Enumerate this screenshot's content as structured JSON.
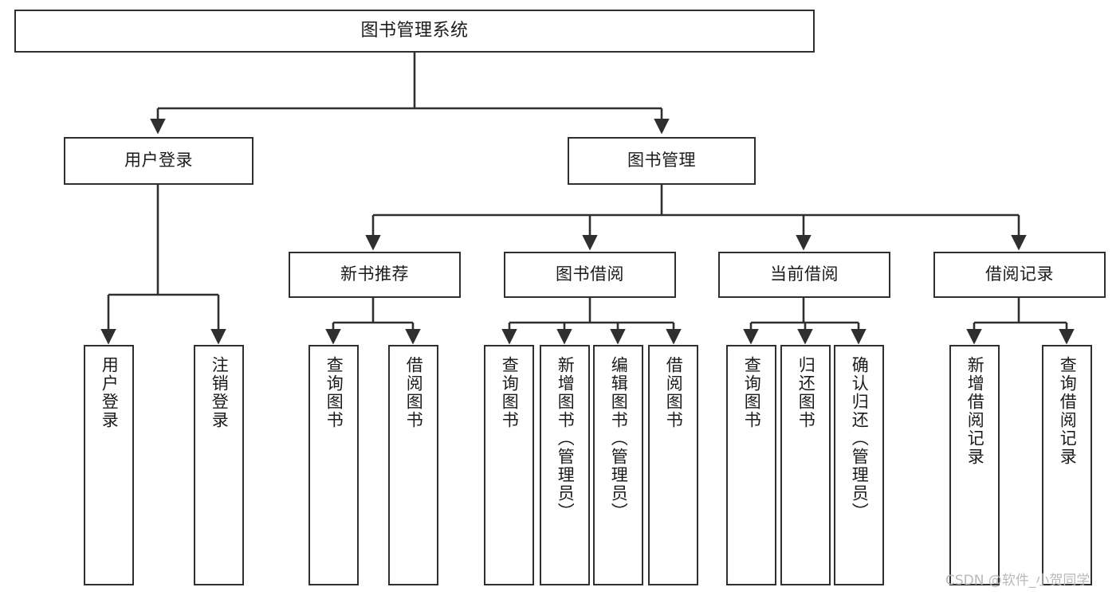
{
  "diagram": {
    "title": "图书管理系统",
    "root": {
      "id": "root",
      "label": "图书管理系统"
    },
    "tier2": [
      {
        "id": "user-login",
        "label": "用户登录"
      },
      {
        "id": "book-management",
        "label": "图书管理"
      }
    ],
    "tier3": [
      {
        "id": "new-book-recommend",
        "label": "新书推荐"
      },
      {
        "id": "book-borrow",
        "label": "图书借阅"
      },
      {
        "id": "current-borrow",
        "label": "当前借阅"
      },
      {
        "id": "borrow-record",
        "label": "借阅记录"
      }
    ],
    "leaves": [
      {
        "id": "leaf-user-login",
        "label": "用户登录",
        "parent": "用户登录"
      },
      {
        "id": "leaf-logout-login",
        "label": "注销登录",
        "parent": "用户登录"
      },
      {
        "id": "leaf-query-book-1",
        "label": "查询图书",
        "parent": "新书推荐"
      },
      {
        "id": "leaf-borrow-book-1",
        "label": "借阅图书",
        "parent": "新书推荐"
      },
      {
        "id": "leaf-query-book-2",
        "label": "查询图书",
        "parent": "图书借阅"
      },
      {
        "id": "leaf-add-book",
        "label": "新增图书（管理员）",
        "parent": "图书借阅"
      },
      {
        "id": "leaf-edit-book",
        "label": "编辑图书（管理员）",
        "parent": "图书借阅"
      },
      {
        "id": "leaf-borrow-book-2",
        "label": "借阅图书",
        "parent": "图书借阅"
      },
      {
        "id": "leaf-query-book-3",
        "label": "查询图书",
        "parent": "当前借阅"
      },
      {
        "id": "leaf-return-book",
        "label": "归还图书",
        "parent": "当前借阅"
      },
      {
        "id": "leaf-confirm-return",
        "label": "确认归还（管理员）",
        "parent": "当前借阅"
      },
      {
        "id": "leaf-add-record",
        "label": "新增借阅记录",
        "parent": "借阅记录"
      },
      {
        "id": "leaf-query-record",
        "label": "查询借阅记录",
        "parent": "借阅记录"
      }
    ]
  },
  "watermark": {
    "text": "CSDN @软件_小贺同学"
  },
  "colors": {
    "box_border": "#2f2f2f",
    "box_fill": "#ffffff",
    "connector": "#2f2f2f",
    "text": "#1b1b1b",
    "watermark": "#b9b9b9"
  }
}
